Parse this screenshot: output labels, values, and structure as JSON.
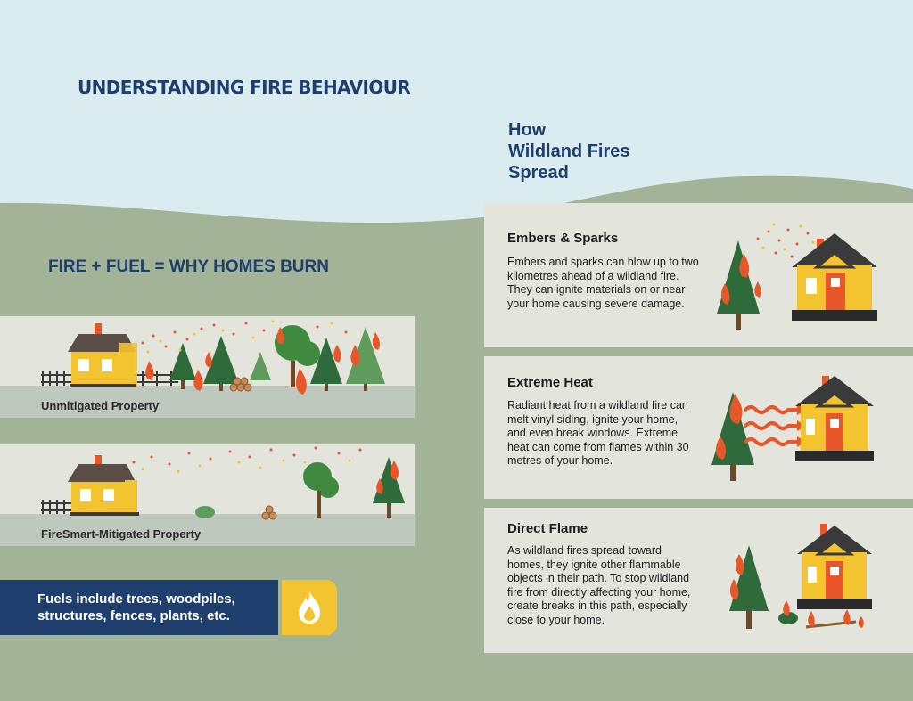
{
  "page": {
    "title": "UNDERSTANDING FIRE BEHAVIOUR",
    "colors": {
      "sky": "#dbecf1",
      "ground": "#a2b398",
      "panel": "#e3e5dd",
      "navy": "#1e3f6e",
      "yellow": "#f4c430",
      "flame": "#e8572a"
    }
  },
  "left": {
    "equation": "FIRE + FUEL = WHY HOMES BURN",
    "scenes": [
      {
        "label": "Unmitigated Property"
      },
      {
        "label": "FireSmart-Mitigated Property"
      }
    ],
    "fuels_note": "Fuels include trees, woodpiles, structures, fences, plants, etc.",
    "fuels_icon": "flame-icon"
  },
  "right": {
    "heading_lines": [
      "How",
      "Wildland Fires",
      "Spread"
    ],
    "cards": [
      {
        "title": "Embers & Sparks",
        "body": "Embers and sparks can blow up to two kilometres ahead of a wildland fire. They can ignite materials on or near your home causing severe damage.",
        "illustration": "ember-house-illustration"
      },
      {
        "title": "Extreme Heat",
        "body": "Radiant heat from a wildland fire can melt vinyl siding, ignite your home, and even break windows. Extreme heat can come from flames within 30 metres of your home.",
        "illustration": "radiant-heat-house-illustration"
      },
      {
        "title": "Direct Flame",
        "body": "As wildland fires spread toward homes, they ignite other flammable objects in their path. To stop wildland fire from directly affecting your home, create breaks in this path, especially close to your home.",
        "illustration": "direct-flame-house-illustration"
      }
    ]
  }
}
